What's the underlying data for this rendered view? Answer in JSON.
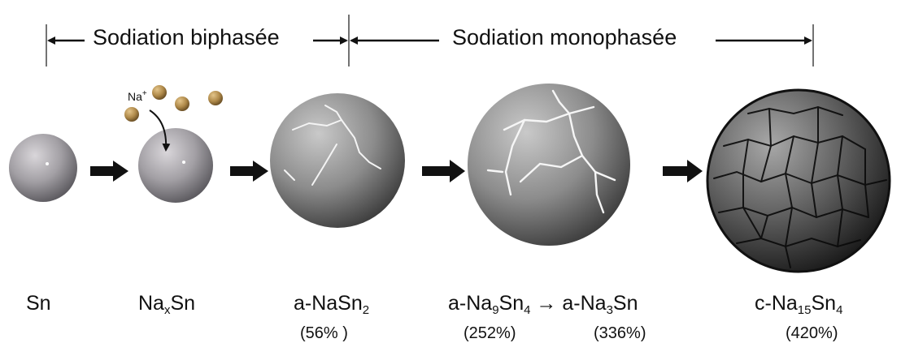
{
  "phases": {
    "biphase": "Sodiation biphasée",
    "monophase": "Sodiation monophasée"
  },
  "ion": {
    "base": "Na",
    "charge": "+"
  },
  "stages": {
    "sn": {
      "label": "Sn"
    },
    "naxsn": {
      "pre": "Na",
      "sub": "x",
      "post": "Sn"
    },
    "nasn2": {
      "pre": "a-NaSn",
      "sub": "2",
      "pct": "(56% )"
    },
    "na9sn4": {
      "pre": "a-Na",
      "sub1": "9",
      "mid": "Sn",
      "sub2": "4",
      "pct": "(252%)"
    },
    "transition_arrow": "→",
    "na3sn": {
      "pre": "a-Na",
      "sub": "3",
      "post": "Sn",
      "pct": "(336%)"
    },
    "na15sn4": {
      "pre": "c-Na",
      "sub1": "15",
      "mid": "Sn",
      "sub2": "4",
      "pct": "(420%)"
    }
  },
  "colors": {
    "sphere": "#8e8e92",
    "ion": "#b08a4a",
    "arrow": "#111111"
  }
}
